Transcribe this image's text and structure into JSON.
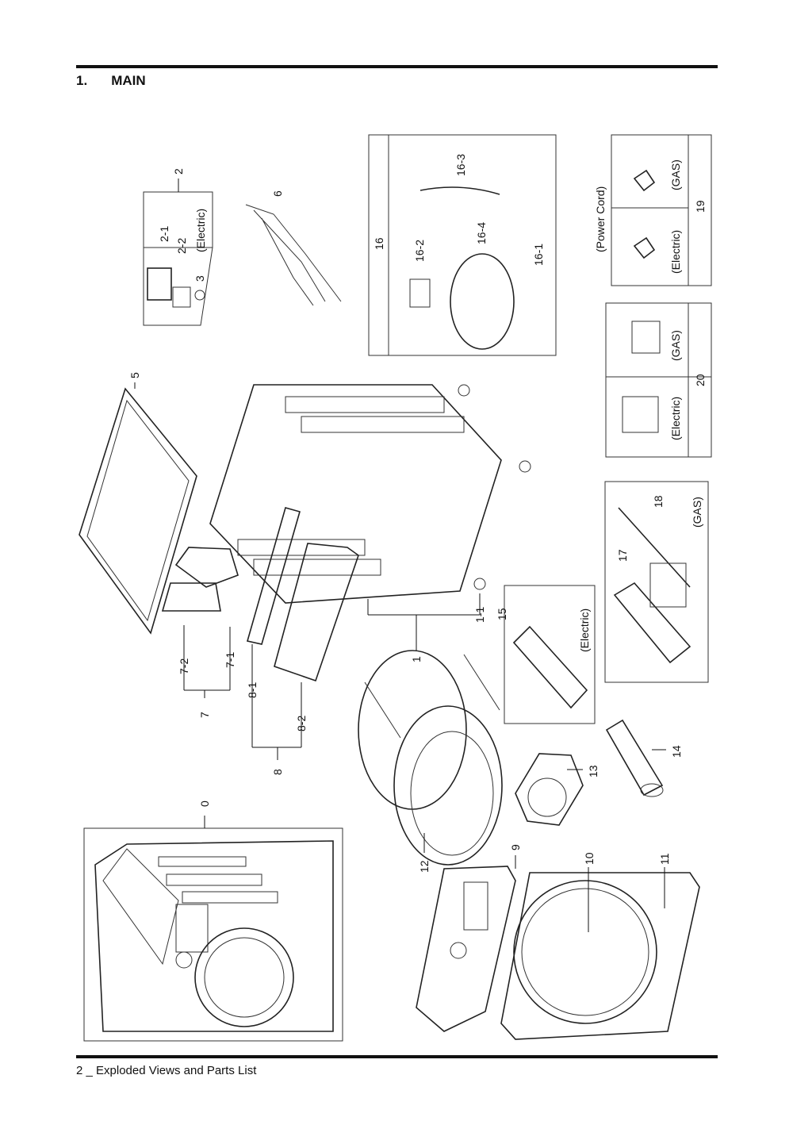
{
  "section": {
    "number": "1.",
    "title": "MAIN"
  },
  "footer": {
    "text": "2 _ Exploded Views and Parts List"
  },
  "labels": {
    "l0": "0",
    "l1": "1",
    "l1_1": "1-1",
    "l2": "2",
    "l2_1": "2-1",
    "l2_2": "2-2",
    "l3": "3",
    "l5": "5",
    "l6": "6",
    "l7": "7",
    "l7_1": "7-1",
    "l7_2": "7-2",
    "l8": "8",
    "l8_1": "8-1",
    "l8_2": "8-2",
    "l9": "9",
    "l10": "10",
    "l11": "11",
    "l12": "12",
    "l13": "13",
    "l14": "14",
    "l15": "15",
    "l16": "16",
    "l16_1": "16-1",
    "l16_2": "16-2",
    "l16_3": "16-3",
    "l16_4": "16-4",
    "l17": "17",
    "l18": "18",
    "l19": "19",
    "l20": "20",
    "electric_2": "(Electric)",
    "electric_15": "(Electric)",
    "gas_18": "(GAS)",
    "electric_20": "(Electric)",
    "gas_20": "(GAS)",
    "power_cord": "(Power Cord)",
    "electric_19": "(Electric)",
    "gas_19": "(GAS)"
  }
}
